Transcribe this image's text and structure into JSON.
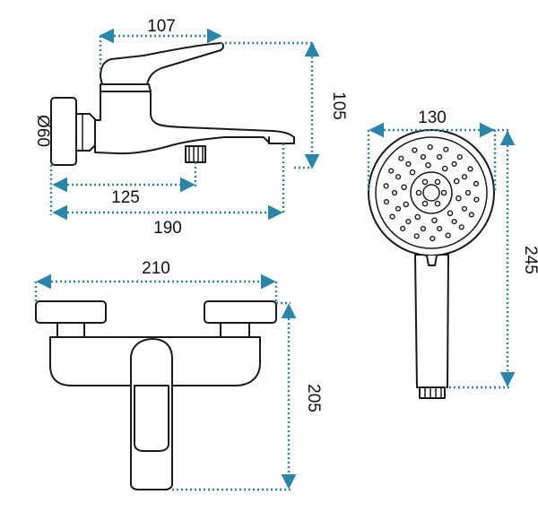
{
  "colors": {
    "dimension": "#2a86a8",
    "outline": "#1a1a1a",
    "background": "#ffffff"
  },
  "dimensions": {
    "side_handle_length": "107",
    "side_height": "105",
    "side_diameter": "Ø60",
    "side_spout_to_outlet": "125",
    "side_total_depth": "190",
    "front_width": "210",
    "front_height": "205",
    "shower_head_diameter": "130",
    "shower_total_length": "245"
  }
}
